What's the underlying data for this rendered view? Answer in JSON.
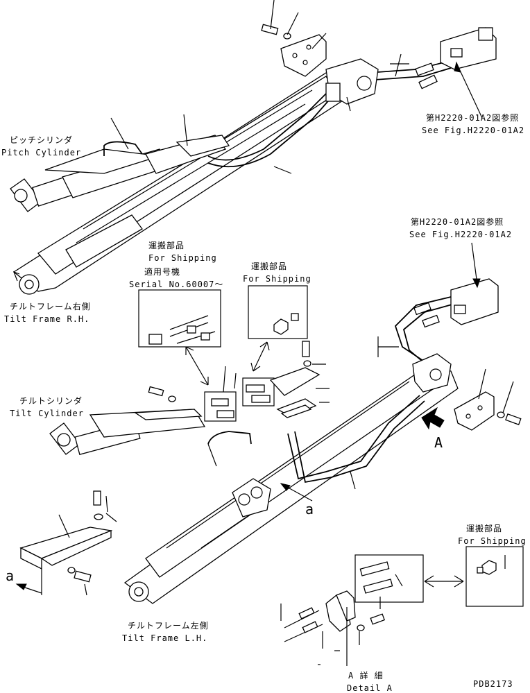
{
  "labels": {
    "ref_upper_jp": "第H2220-01A2図参照",
    "ref_upper_en": "See Fig.H2220-01A2",
    "ref_mid_jp": "第H2220-01A2図参照",
    "ref_mid_en": "See Fig.H2220-01A2",
    "pitch_cylinder_jp": "ピッチシリンダ",
    "pitch_cylinder_en": "Pitch Cylinder",
    "tilt_frame_rh_jp": "チルトフレーム右側",
    "tilt_frame_rh_en": "Tilt Frame R.H.",
    "shipping_1_jp": "運搬部品",
    "shipping_1_en": "For Shipping",
    "serial_jp": "適用号機",
    "serial_en": "Serial No.60007～",
    "shipping_2_jp": "運搬部品",
    "shipping_2_en": "For Shipping",
    "tilt_cylinder_jp": "チルトシリンダ",
    "tilt_cylinder_en": "Tilt Cylinder",
    "arrow_A": "A",
    "detail_a_label": "a",
    "detail_a_arrow": "a",
    "shipping_3_jp": "運搬部品",
    "shipping_3_en": "For Shipping",
    "tilt_frame_lh_jp": "チルトフレーム左側",
    "tilt_frame_lh_en": "Tilt Frame L.H.",
    "detail_A_jp": "A 詳 細",
    "detail_A_en": "Detail A",
    "drawing_no": "PDB2173"
  }
}
